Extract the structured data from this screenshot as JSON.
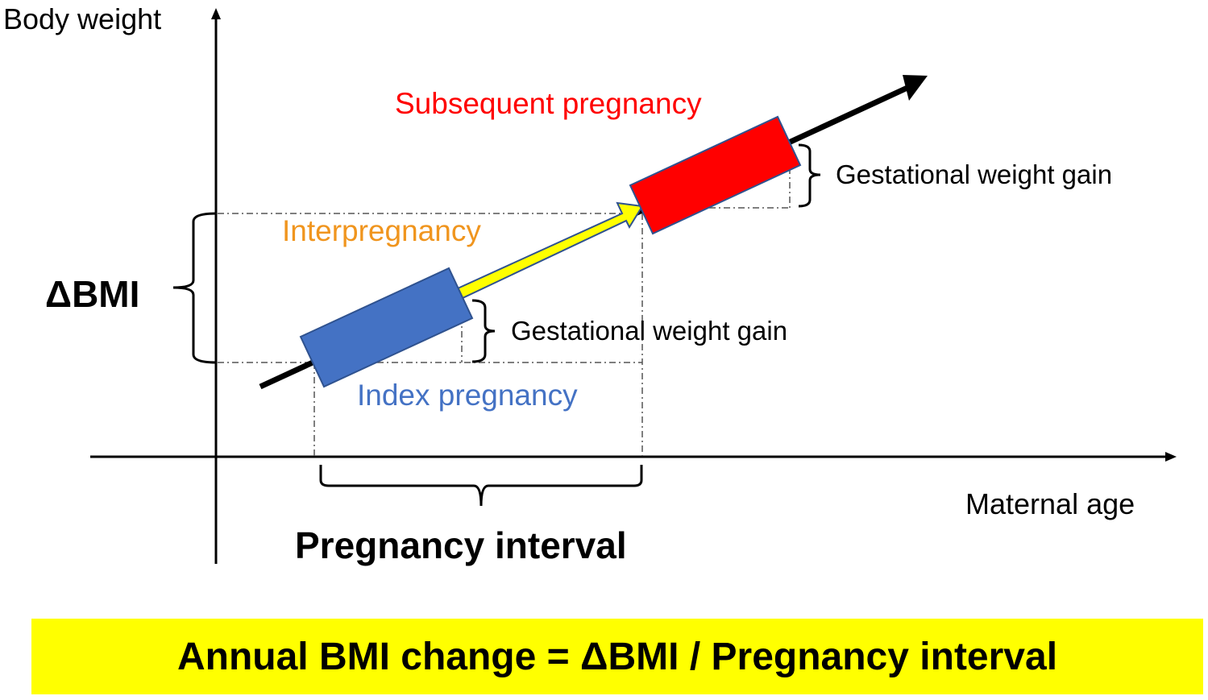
{
  "axes": {
    "y_label": "Body weight",
    "x_label": "Maternal age"
  },
  "phases": {
    "subsequent": "Subsequent pregnancy",
    "interpregnancy": "Interpregnancy",
    "index": "Index pregnancy"
  },
  "annotations": {
    "gestational_weight_gain_index": "Gestational weight gain",
    "gestational_weight_gain_subsequent": "Gestational weight gain",
    "delta_bmi": "ΔBMI",
    "pregnancy_interval": "Pregnancy interval"
  },
  "formula": "Annual BMI change = ΔBMI / Pregnancy interval",
  "colors": {
    "index_box": "#4472c4",
    "subsequent_box": "#ff0000",
    "interpregnancy_arrow": "#ffff00",
    "interpregnancy_text": "#f0951e",
    "banner": "#ffff00",
    "box_border": "#2f528f"
  }
}
